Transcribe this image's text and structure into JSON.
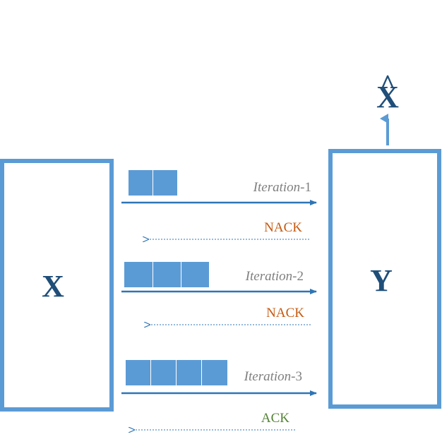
{
  "nodes": {
    "sender": "X",
    "receiver": "Y",
    "estimate": "X",
    "estimate_hat": "^"
  },
  "iterations": [
    {
      "name": "Iteration",
      "suffix": "-1",
      "blocks": 2,
      "feedback": "NACK",
      "feedback_type": "nack"
    },
    {
      "name": "Iteration",
      "suffix": "-2",
      "blocks": 3,
      "feedback": "NACK",
      "feedback_type": "nack"
    },
    {
      "name": "Iteration",
      "suffix": "-3",
      "blocks": 4,
      "feedback": "ACK",
      "feedback_type": "ack"
    }
  ],
  "colors": {
    "box_border": "#5b9bd5",
    "block_fill": "#5b9bd5",
    "arrow": "#2e75b6",
    "letter": "#1f4e79",
    "nack": "#c55a11",
    "ack": "#548235",
    "iteration_label": "#7f7f7f"
  }
}
